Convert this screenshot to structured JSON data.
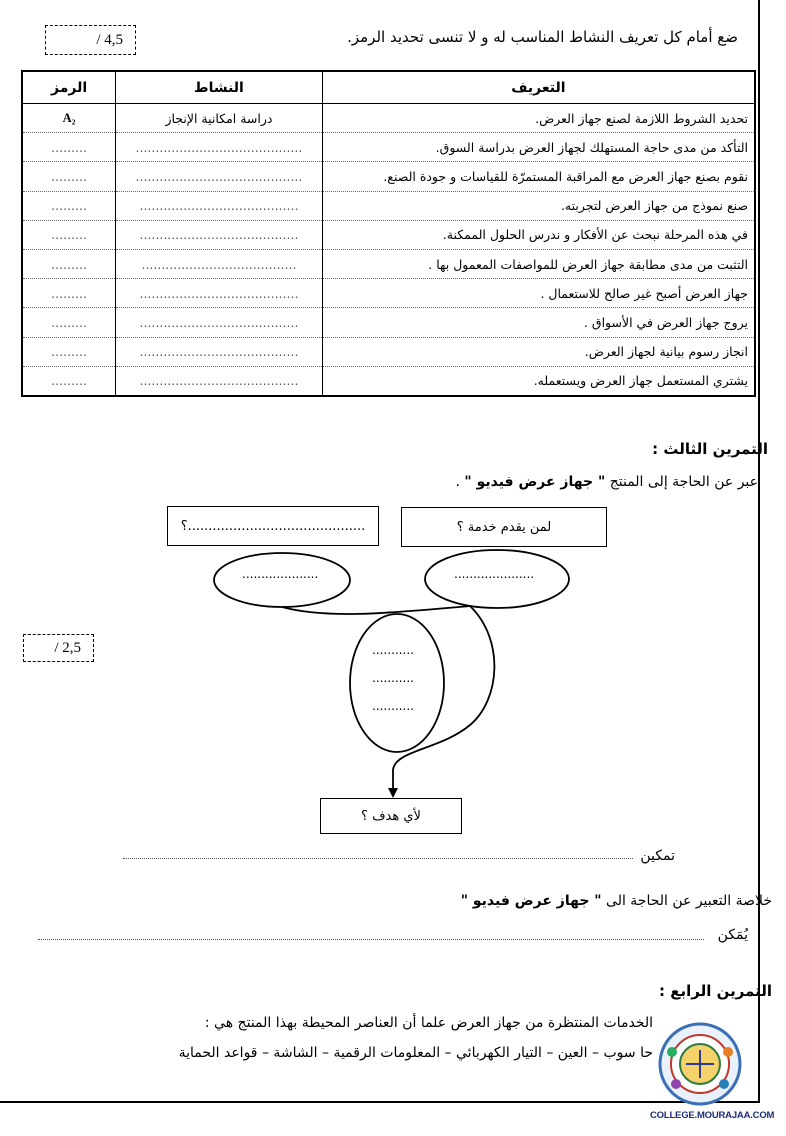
{
  "score_top": "/ 4,5",
  "score_mid": "/ 2,5",
  "instruction": "ضع أمام كل تعريف النشاط المناسب له و لا تنسى تحديد الرمز.",
  "table": {
    "headers": {
      "definition": "التعريف",
      "activity": "النشاط",
      "symbol": "الرمز"
    },
    "rows": [
      {
        "definition": "تحديد الشروط اللازمة لصنع جهاز العرض.",
        "activity": "دراسة امكانية الإنجاز",
        "symbol": "A₂"
      },
      {
        "definition": "التأكد من مدى حاجة المستهلك لجهاز العرض بدراسة السوق.",
        "activity": "..........................................",
        "symbol": "........."
      },
      {
        "definition": "نقوم بصنع جهاز العرض مع المراقبة المستمرّة للقياسات و جودة الصنع.",
        "activity": "..........................................",
        "symbol": "........."
      },
      {
        "definition": "صنع نموذج من جهاز العرض لتجربته.",
        "activity": "........................................",
        "symbol": "........."
      },
      {
        "definition": "في هذه المرحلة نبحث عن الأفكار و ندرس الحلول الممكنة.",
        "activity": "........................................",
        "symbol": "........."
      },
      {
        "definition": "التثبت من مدى مطابقة جهاز العرض للمواصفات المعمول بها .",
        "activity": ".......................................",
        "symbol": "........."
      },
      {
        "definition": "جهاز العرض أصبح غير صالح للاستعمال .",
        "activity": "........................................",
        "symbol": "........."
      },
      {
        "definition": "يروج جهاز العرض في الأسواق .",
        "activity": "........................................",
        "symbol": "........."
      },
      {
        "definition": "انجاز رسوم بيانية لجهاز العرض.",
        "activity": "........................................",
        "symbol": "........."
      },
      {
        "definition": "يشتري المستعمل جهاز العرض ويستعمله.",
        "activity": "........................................",
        "symbol": "........."
      }
    ]
  },
  "exercise3": {
    "title": "التمرين الثالث :",
    "prompt_prefix": "عبر عن الحاجة إلى المنتج",
    "product": "\" جهاز عرض فيديو \"",
    "prompt_suffix": ".",
    "box_right": "لمن يقدم خدمة ؟",
    "box_left": "...........................................؟",
    "ellipse_right": ".....................",
    "ellipse_left": "....................",
    "center_lines": [
      "...........",
      "...........",
      "..........."
    ],
    "box_bottom": "لأي هدف ؟",
    "answer_label": "تمكين",
    "summary_prefix": "خلاصة التعبير عن الحاجة الى",
    "summary_product": "\" جهاز عرض فيديو \"",
    "summary_label": "يُمَكن"
  },
  "exercise4": {
    "title": "التمرين الرابع :",
    "line1": "الخدمات المنتظرة من جهاز العرض علما أن العناصر المحيطة بهذا المنتج هي :",
    "line2": "حا سوب – العين – التيار الكهربائي – المعلومات الرقمية – الشاشة – قواعد الحماية"
  },
  "logo": {
    "caption": "COLLEGE.MOURAJAA.COM"
  }
}
